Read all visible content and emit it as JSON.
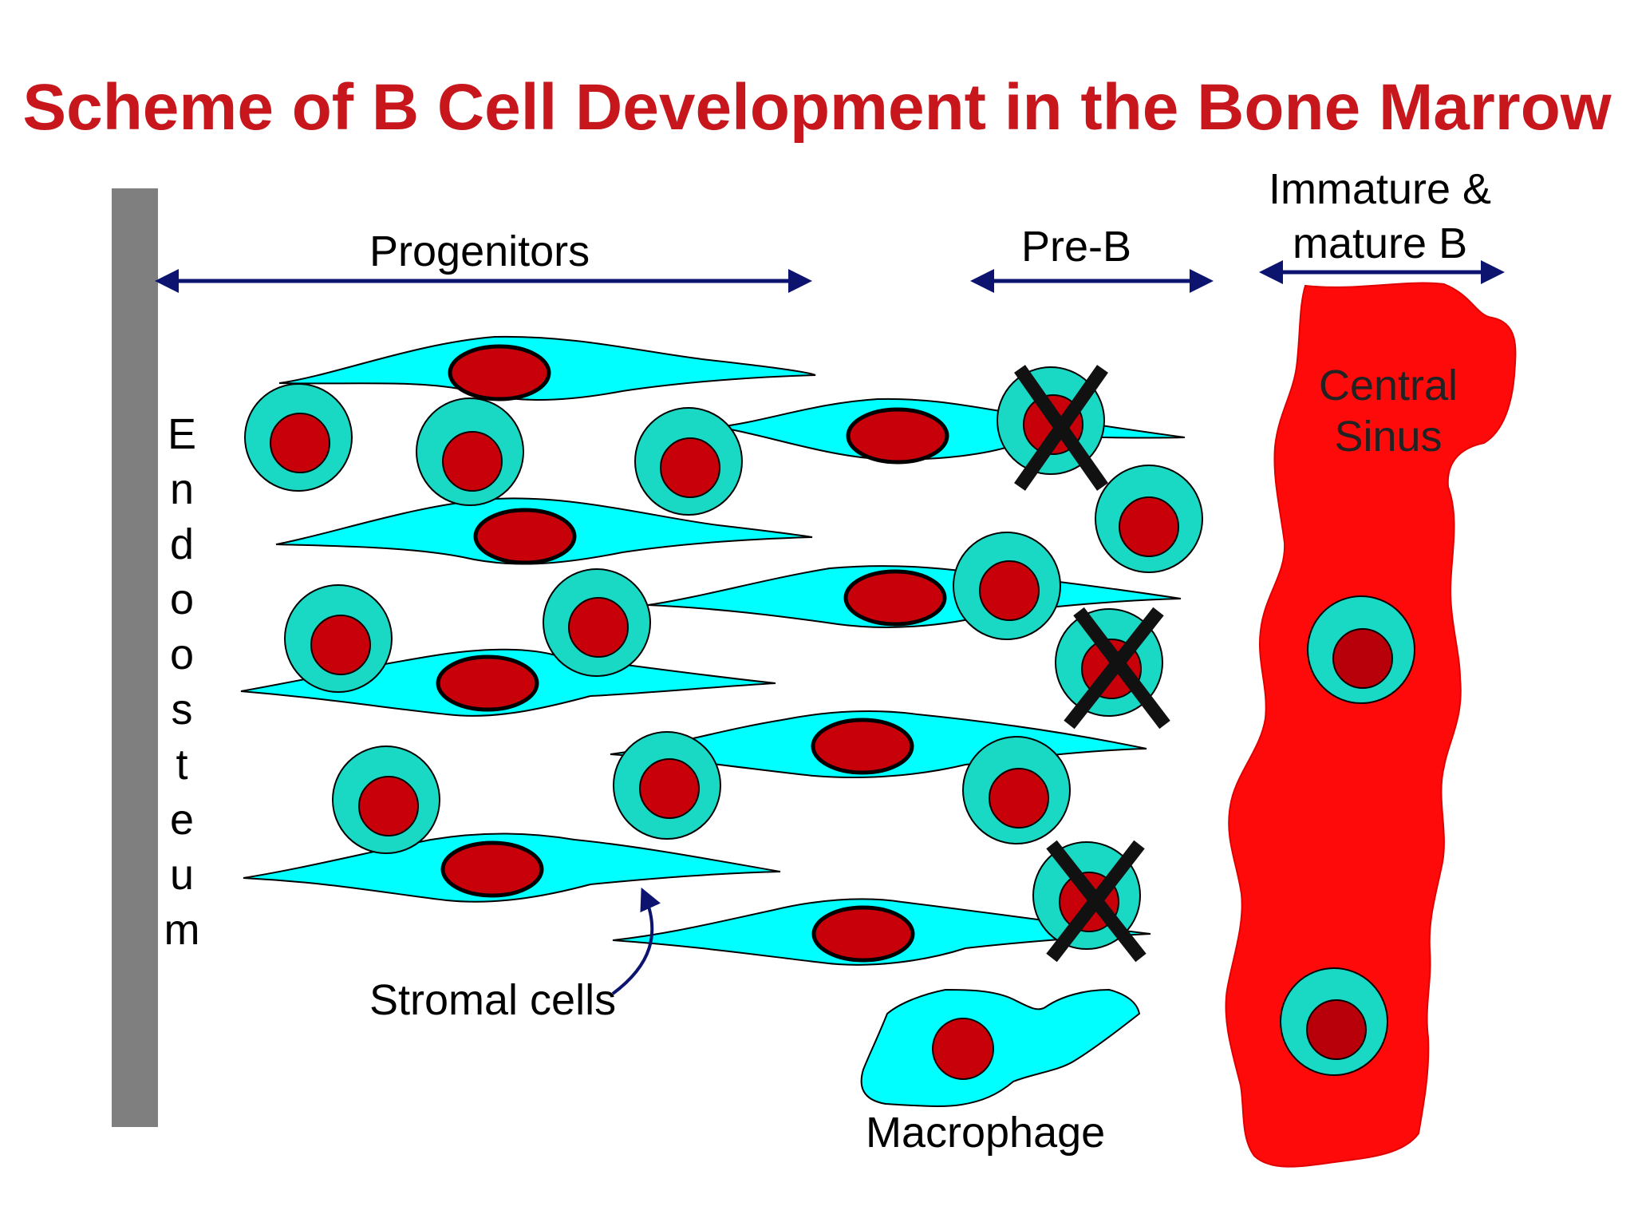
{
  "title": "Scheme of B Cell Development in the Bone Marrow",
  "labels": {
    "progenitors": "Progenitors",
    "pre_b": "Pre-B",
    "immature_line1": "Immature &",
    "immature_line2": "mature B",
    "central_sinus_line1": "Central",
    "central_sinus_line2": "Sinus",
    "stromal_cells": "Stromal cells",
    "macrophage": "Macrophage",
    "endosteum": [
      "E",
      "n",
      "d",
      "o",
      "o",
      "s",
      "t",
      "e",
      "u",
      "m"
    ]
  },
  "colors": {
    "title": "#c8161d",
    "cytoplasm": "#00ffff",
    "lymphocyte_ring": "#1ad9c4",
    "nucleus": "#c8000a",
    "sinus": "#ff0a0a",
    "endosteum_bar": "#7f7f7f",
    "arrow": "#0d1470",
    "x_mark": "#111111"
  },
  "icons": {
    "apoptosis_mark": "x-mark-icon",
    "arrow": "double-headed-arrow-icon"
  }
}
